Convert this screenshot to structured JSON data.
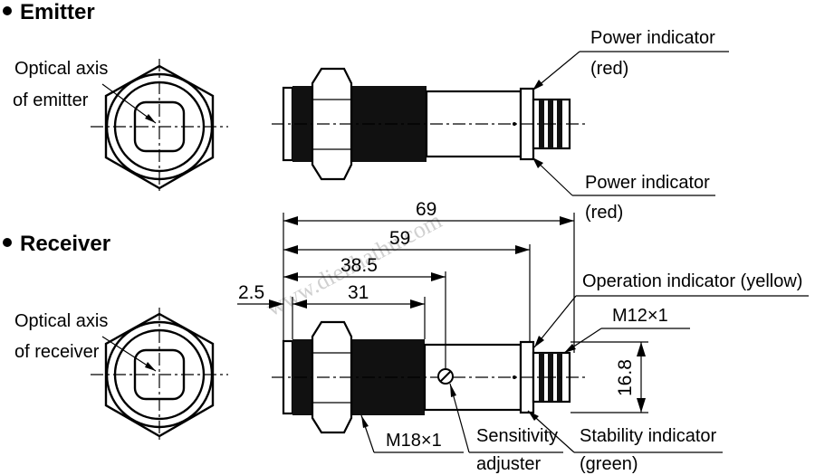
{
  "sections": {
    "emitter": "Emitter",
    "receiver": "Receiver"
  },
  "emitter_labels": {
    "optical_axis_line1": "Optical axis",
    "optical_axis_line2": "of emitter",
    "power_indicator_top_line1": "Power indicator",
    "power_indicator_top_line2": "(red)",
    "power_indicator_bottom_line1": "Power indicator",
    "power_indicator_bottom_line2": "(red)"
  },
  "receiver_labels": {
    "optical_axis_line1": "Optical axis",
    "optical_axis_line2": "of receiver",
    "operation_indicator": "Operation indicator (yellow)",
    "connector_thread": "M12×1",
    "body_thread": "M18×1",
    "sensitivity_line1": "Sensitivity",
    "sensitivity_line2": "adjuster",
    "stability_line1": "Stability indicator",
    "stability_line2": "(green)"
  },
  "dimensions": {
    "overall_length": "69",
    "length_to_connector": "59",
    "length_to_adjuster": "38.5",
    "thread_length": "31",
    "thread_offset": "2.5",
    "connector_height": "16.8"
  },
  "watermark": "www.dienhathu.com",
  "colors": {
    "line": "#000000",
    "background": "#ffffff",
    "watermark": "#d0d0d0"
  }
}
